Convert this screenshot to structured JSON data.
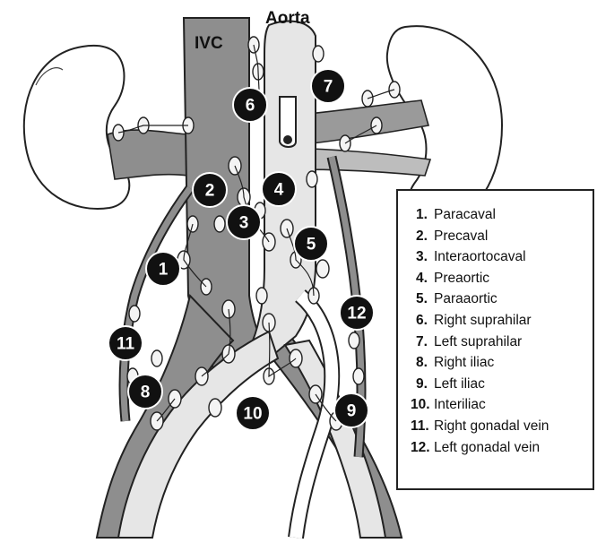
{
  "labels": {
    "ivc": "IVC",
    "aorta": "Aorta"
  },
  "markers": [
    "1",
    "2",
    "3",
    "4",
    "5",
    "6",
    "7",
    "8",
    "9",
    "10",
    "11",
    "12"
  ],
  "legend": [
    {
      "num": "1.",
      "text": "Paracaval"
    },
    {
      "num": "2.",
      "text": "Precaval"
    },
    {
      "num": "3.",
      "text": "Interaortocaval"
    },
    {
      "num": "4.",
      "text": "Preaortic"
    },
    {
      "num": "5.",
      "text": "Paraaortic"
    },
    {
      "num": "6.",
      "text": "Right suprahilar"
    },
    {
      "num": "7.",
      "text": "Left suprahilar"
    },
    {
      "num": "8.",
      "text": "Right iliac"
    },
    {
      "num": "9.",
      "text": "Left iliac"
    },
    {
      "num": "10.",
      "text": "Interiliac"
    },
    {
      "num": "11.",
      "text": "Right gonadal vein"
    },
    {
      "num": "12.",
      "text": "Left gonadal vein"
    }
  ]
}
